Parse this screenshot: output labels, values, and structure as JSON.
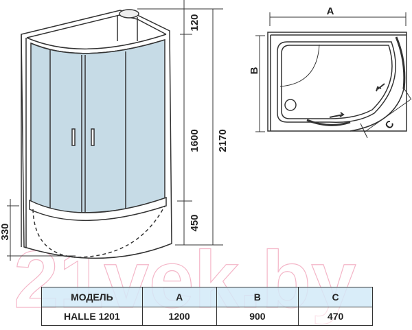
{
  "watermark": "21vek.by",
  "elevation_dimensions": {
    "top": "120",
    "panel": "1600",
    "base": "450",
    "total": "2170",
    "bath_height": "330"
  },
  "plan_labels": {
    "width": "A",
    "depth": "B",
    "door": "C"
  },
  "table": {
    "headers": [
      "МОДЕЛЬ",
      "A",
      "B",
      "C"
    ],
    "rows": [
      [
        "HALLE 1201",
        "1200",
        "900",
        "470"
      ]
    ]
  },
  "colors": {
    "glass": "#c6dbe6",
    "header": "#d2eaf8",
    "watermark": "#f4b6c8"
  }
}
